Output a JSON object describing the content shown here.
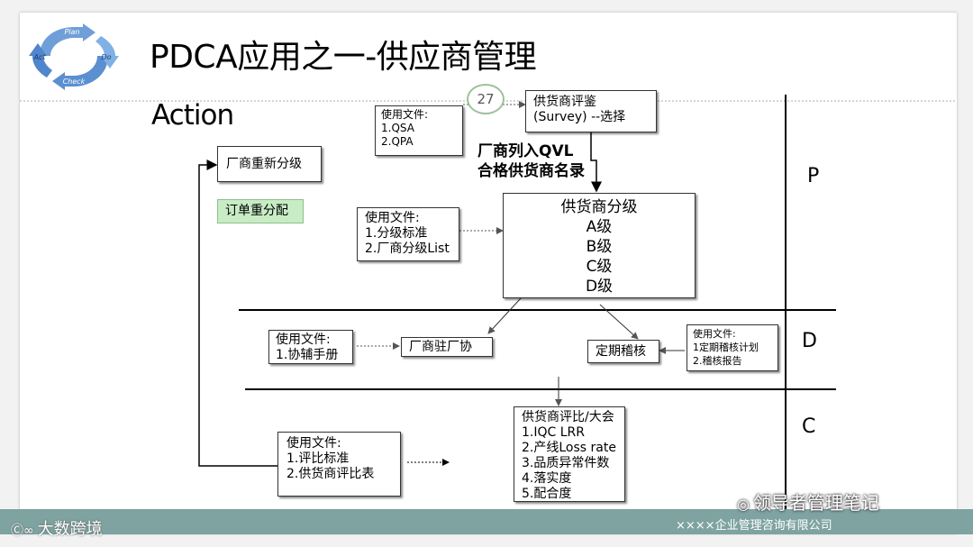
{
  "title": "PDCA应用之一-供应商管理",
  "action_heading": "Action",
  "page_number": "27",
  "logo": {
    "labels": [
      "Plan",
      "Do",
      "Check",
      "Act"
    ]
  },
  "phases": [
    "P",
    "D",
    "C"
  ],
  "boxes": {
    "survey_docs": [
      "使用文件:",
      "1.QSA",
      "2.QPA"
    ],
    "survey": [
      "供货商评鉴",
      "(Survey)  --选择"
    ],
    "qvl": [
      "厂商列入QVL",
      "合格供货商名录"
    ],
    "regrade": "厂商重新分级",
    "reallocate": "订单重分配",
    "grade_docs": [
      "使用文件:",
      "1.分级标准",
      "2.厂商分级List"
    ],
    "grade": [
      "供货商分级",
      "A级",
      "B级",
      "C级",
      "D级"
    ],
    "assist_docs": [
      "使用文件:",
      "1.协辅手册"
    ],
    "resident": "厂商驻厂协",
    "audit": "定期稽核",
    "audit_docs": [
      "使用文件:",
      "1定期稽核计划",
      "2.稽核报告"
    ],
    "eval_docs": [
      "使用文件:",
      "1.评比标准",
      "2.供货商评比表"
    ],
    "eval": [
      "供货商评比/大会",
      "1.IQC LRR",
      "2.产线Loss rate",
      "3.品质异常件数",
      "4.落实度",
      "5.配合度"
    ]
  },
  "footer": {
    "company": "××××企业管理咨询有限公司",
    "watermark_left": "大数跨境",
    "watermark_right": "领导者管理笔记"
  }
}
